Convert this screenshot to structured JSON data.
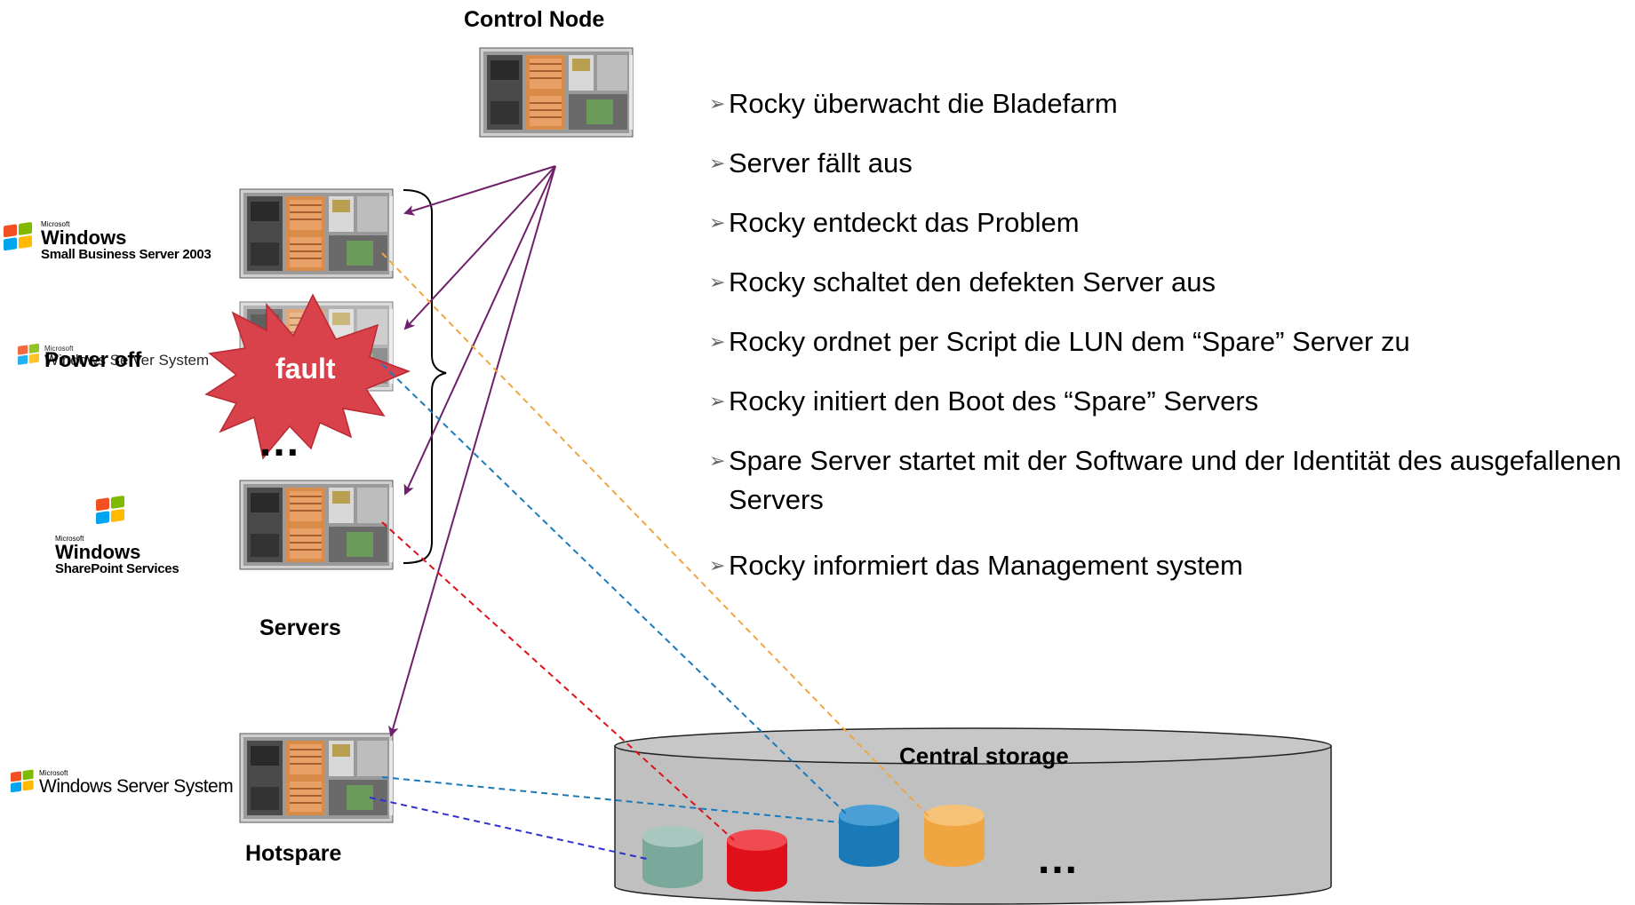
{
  "labels": {
    "control_node": "Control Node",
    "servers": "Servers",
    "hotspare": "Hotspare",
    "central_storage": "Central storage",
    "fault": "fault",
    "power_off": "Power off",
    "ellipsis_servers": "...",
    "ellipsis_storage": "..."
  },
  "os_logos": {
    "sbs": {
      "microsoft": "Microsoft",
      "windows": "Windows",
      "product": "Small Business Server 2003"
    },
    "server_system_faulty": {
      "microsoft": "Microsoft",
      "text": "Windows Server System"
    },
    "sharepoint": {
      "microsoft": "Microsoft",
      "windows": "Windows",
      "product": "SharePoint Services"
    },
    "hotspare": {
      "microsoft": "Microsoft",
      "text": "Windows Server System"
    }
  },
  "steps": [
    "Rocky überwacht die Bladefarm",
    "Server fällt aus",
    "Rocky entdeckt das Problem",
    "Rocky schaltet den defekten Server aus",
    "Rocky ordnet per Script die LUN dem “Spare” Server zu",
    "Rocky initiert den Boot des “Spare” Servers",
    "Spare Server startet mit der Software und der Identität des ausgefallenen Servers",
    "Rocky informiert das Management system"
  ],
  "colors": {
    "arrow": "#70206a",
    "storage_fill": "#c0c0c0",
    "lun_teal": "#7aa89b",
    "lun_red": "#e0101a",
    "lun_blue": "#1a7ab8",
    "lun_orange": "#f0a640",
    "fault_red": "#d9414b"
  },
  "icons": [
    "blade-server-icon",
    "windows-flag-icon",
    "disk-cylinder-icon",
    "fault-burst-icon",
    "bullet-arrow-icon"
  ]
}
